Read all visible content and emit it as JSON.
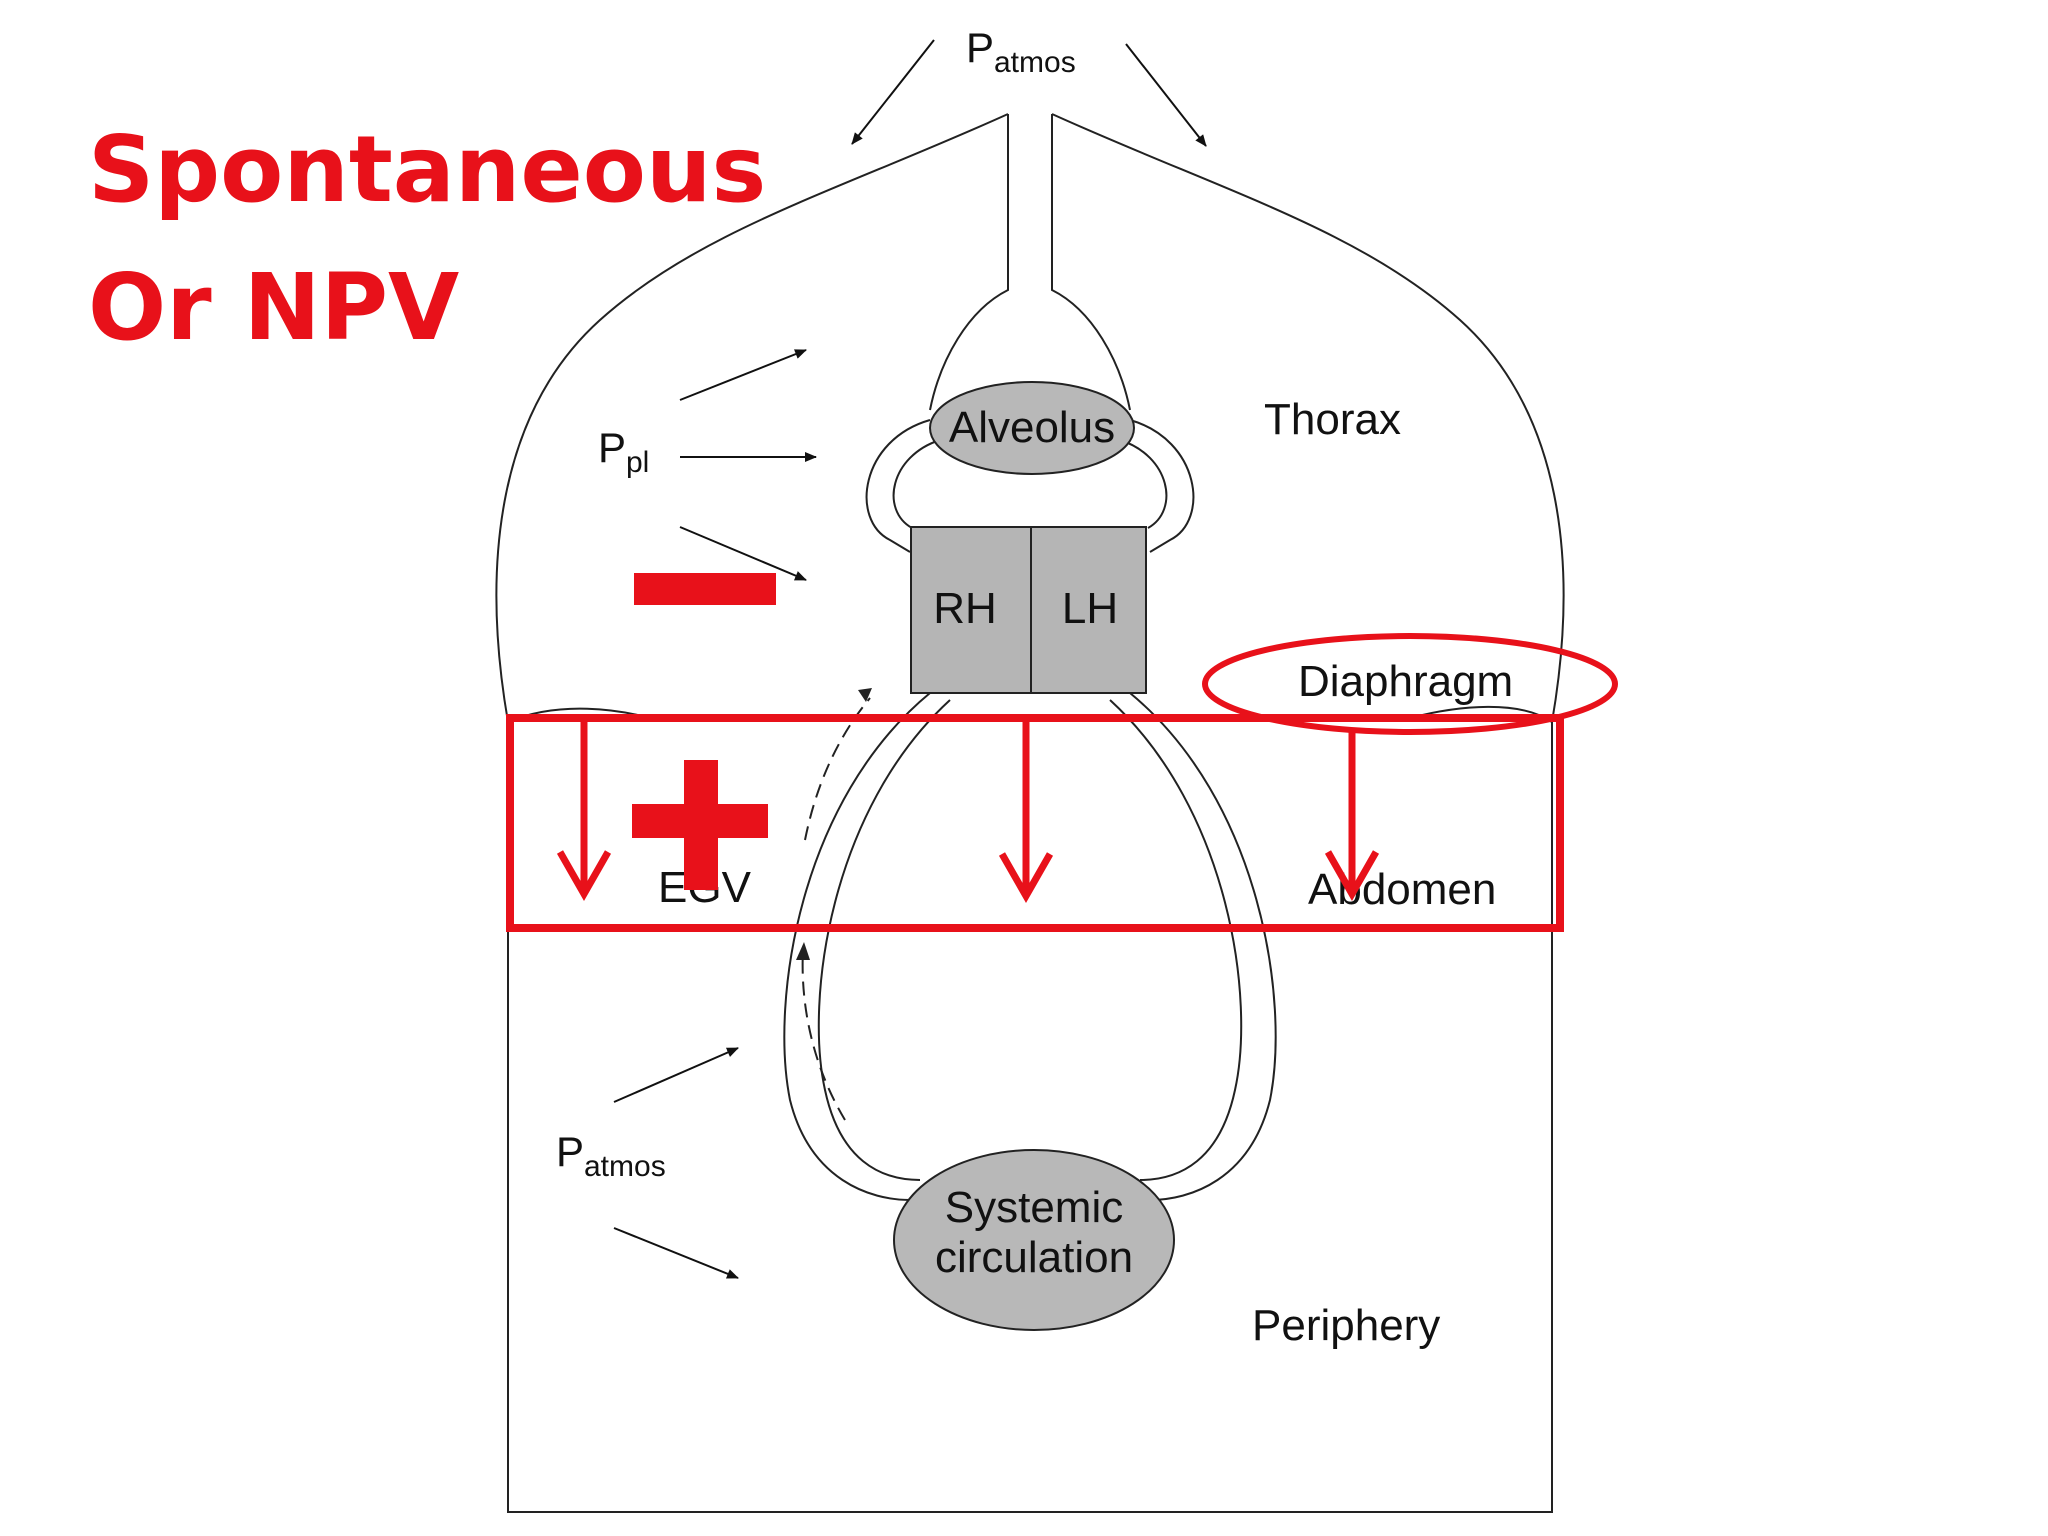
{
  "title": {
    "line1": "Spontaneous",
    "line2": "Or NPV"
  },
  "labels": {
    "patmos_top_main": "P",
    "patmos_top_sub": "atmos",
    "ppl_main": "P",
    "ppl_sub": "pl",
    "patmos_bottom_main": "P",
    "patmos_bottom_sub": "atmos",
    "alveolus": "Alveolus",
    "thorax": "Thorax",
    "rh": "RH",
    "lh": "LH",
    "diaphragm": "Diaphragm",
    "egv": "EGV",
    "abdomen": "Abdomen",
    "systemic_line1": "Systemic",
    "systemic_line2": "circulation",
    "periphery": "Periphery"
  },
  "colors": {
    "annotation": "#e8111a",
    "ink": "#111111",
    "organ_fill": "#b8b8b8",
    "heart_fill": "#b5b5b5"
  },
  "annotations": {
    "minus_sign": "negative pleural pressure",
    "plus_sign": "positive abdominal pressure"
  }
}
